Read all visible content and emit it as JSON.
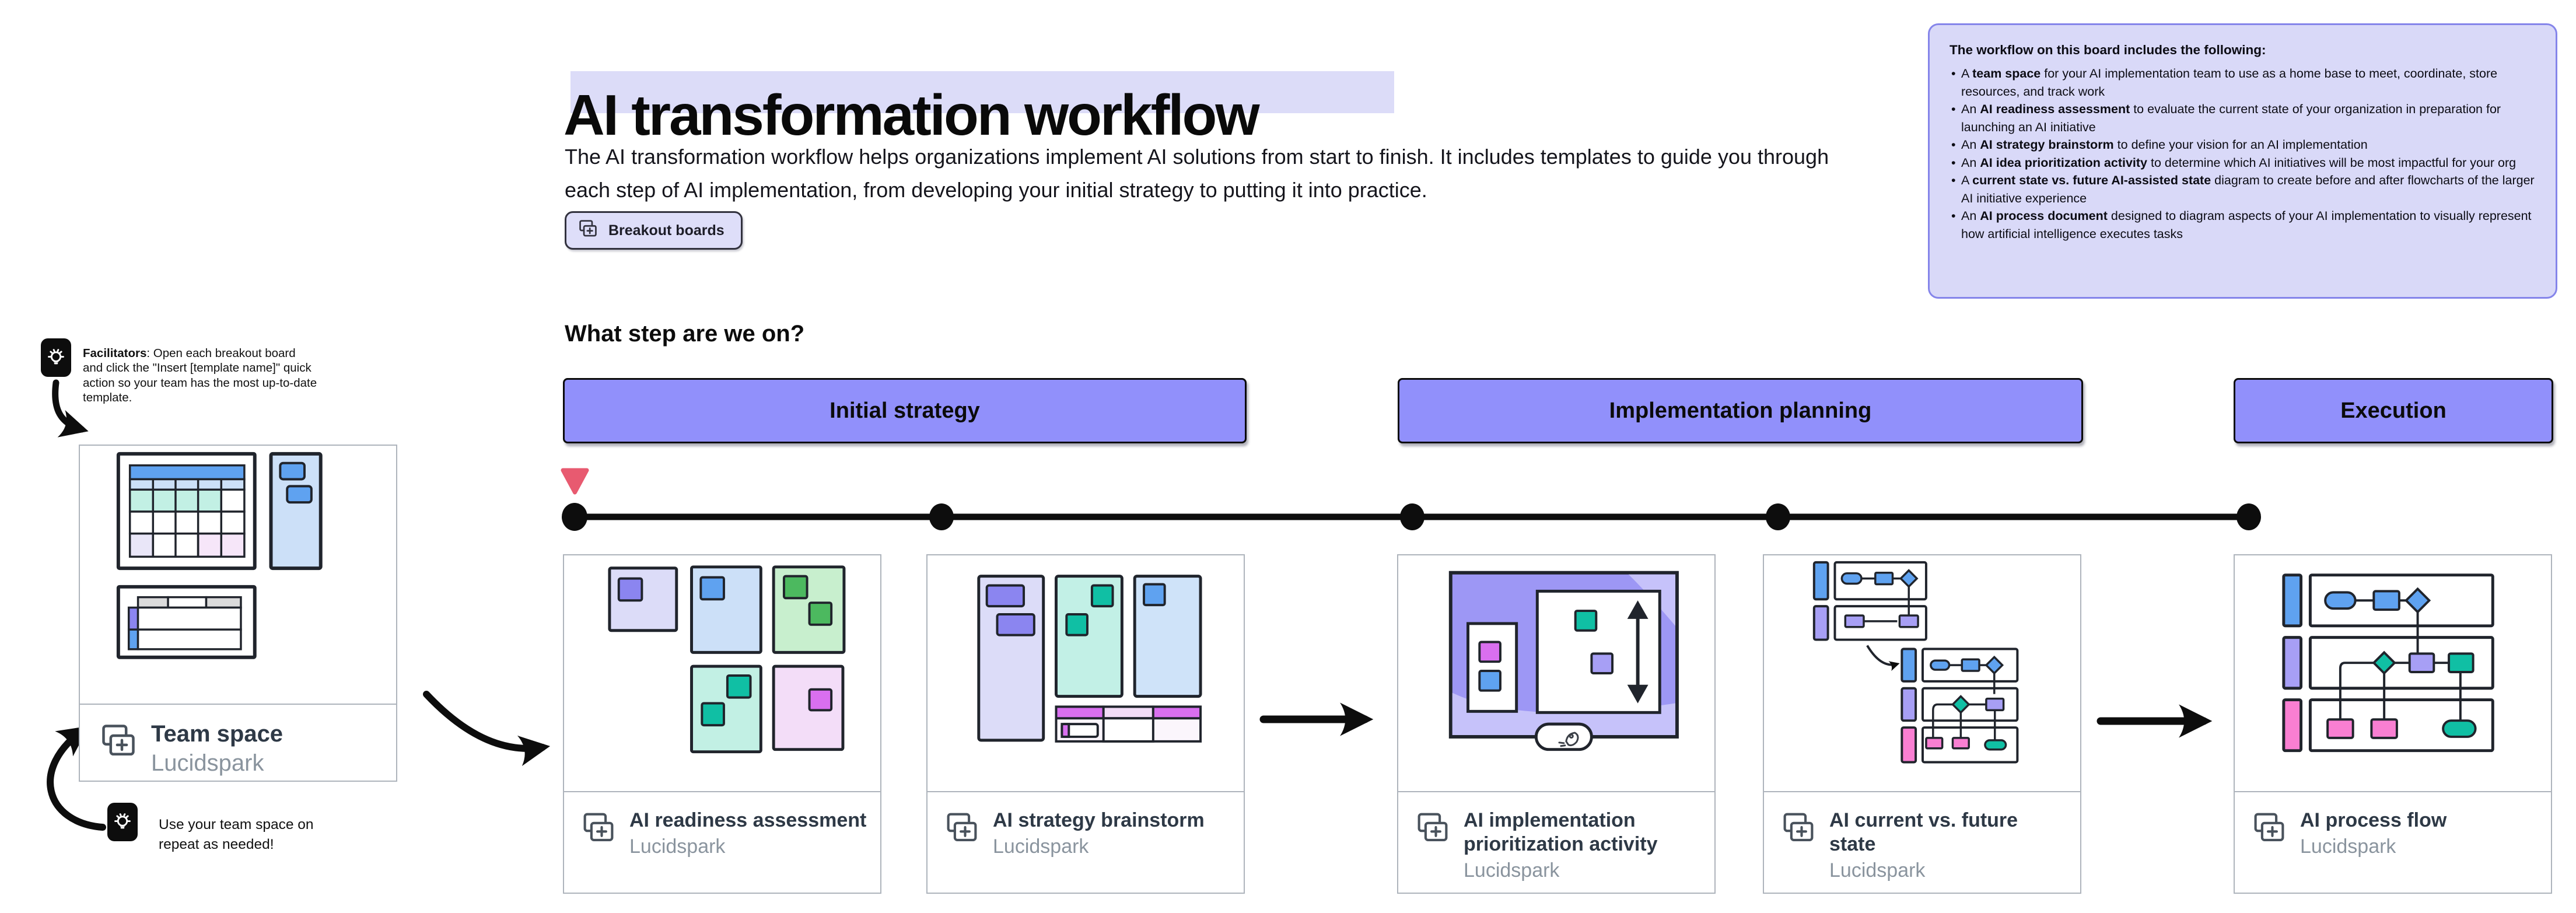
{
  "header": {
    "title": "AI transformation workflow",
    "description": "The AI transformation workflow helps organizations implement AI solutions from start to finish. It includes templates to guide you through each step of AI implementation, from developing your initial strategy to putting it into practice.",
    "breakout_button": "Breakout boards"
  },
  "info_box": {
    "title": "The workflow on this board includes the following:",
    "bullets": [
      {
        "pre": "A ",
        "bold": "team space",
        "post": " for your AI implementation team to use as a home base to meet, coordinate, store resources, and track work"
      },
      {
        "pre": "An ",
        "bold": "AI readiness assessment",
        "post": " to evaluate the current state of your organization in preparation for launching an AI initiative"
      },
      {
        "pre": "An ",
        "bold": "AI strategy brainstorm",
        "post": " to define your vision for an AI implementation"
      },
      {
        "pre": "An ",
        "bold": "AI idea prioritization activity",
        "post": " to determine which AI initiatives will be most impactful for your org"
      },
      {
        "pre": "A ",
        "bold": "current state vs. future AI-assisted state",
        "post": " diagram to create before and after flowcharts of the larger AI initiative experience"
      },
      {
        "pre": "An ",
        "bold": "AI process document",
        "post": " designed to diagram aspects of your AI implementation to visually represent how artificial intelligence executes tasks"
      }
    ]
  },
  "facilitator_note": {
    "bold": "Facilitators",
    "text": ": Open each breakout board and click the \"Insert [template name]\" quick action so your team has the most up-to-date template."
  },
  "repeat_note": {
    "text": "Use your team space on repeat as needed!"
  },
  "team_space_card": {
    "title": "Team space",
    "subtitle": "Lucidspark"
  },
  "step_question": "What step are we on?",
  "phases": [
    {
      "label": "Initial strategy"
    },
    {
      "label": "Implementation planning"
    },
    {
      "label": "Execution"
    }
  ],
  "cards": [
    {
      "title": "AI readiness assessment",
      "subtitle": "Lucidspark"
    },
    {
      "title": "AI strategy brainstorm",
      "subtitle": "Lucidspark"
    },
    {
      "title": "AI implementation prioritization activity",
      "subtitle": "Lucidspark"
    },
    {
      "title": "AI current vs. future state",
      "subtitle": "Lucidspark"
    },
    {
      "title": "AI process flow",
      "subtitle": "Lucidspark"
    }
  ],
  "icons": {
    "breakout": "boards-add-icon",
    "card_badge": "boards-add-icon",
    "tips": "lightbulb-icon",
    "thumbnail_rocket": "rocket-icon",
    "current_step": "triangle-marker"
  },
  "colors": {
    "phase_purple": "#9190FB",
    "title_highlight": "#DCDCF8",
    "info_box_bg": "#D9D9F8",
    "info_box_border": "#8585EA",
    "marker_red": "#E85A70",
    "card_border": "#AEB4BC",
    "subtitle_gray": "#8A949E"
  }
}
